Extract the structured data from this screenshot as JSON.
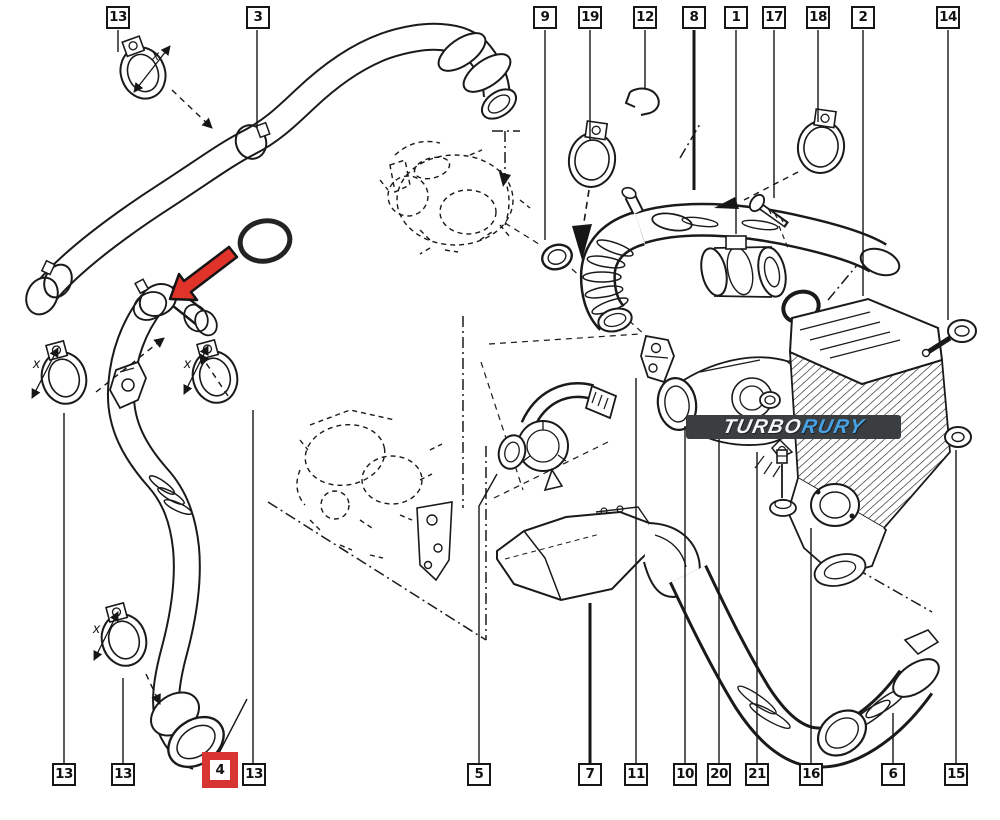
{
  "diagram": {
    "type": "exploded-parts-diagram",
    "dimension_label": "x",
    "line_color": "#1a1a1a",
    "highlight_color": "#d83434",
    "arrow_color": "#e0342a",
    "callouts_top": [
      {
        "label": "13"
      },
      {
        "label": "3"
      },
      {
        "label": "9"
      },
      {
        "label": "19"
      },
      {
        "label": "12"
      },
      {
        "label": "8"
      },
      {
        "label": "1"
      },
      {
        "label": "17"
      },
      {
        "label": "18"
      },
      {
        "label": "2"
      },
      {
        "label": "14"
      }
    ],
    "callouts_bottom": [
      {
        "label": "13"
      },
      {
        "label": "13"
      },
      {
        "label": "4",
        "highlighted": true
      },
      {
        "label": "13"
      },
      {
        "label": "5"
      },
      {
        "label": "7"
      },
      {
        "label": "11"
      },
      {
        "label": "10"
      },
      {
        "label": "20"
      },
      {
        "label": "21"
      },
      {
        "label": "16"
      },
      {
        "label": "6"
      },
      {
        "label": "15"
      }
    ]
  },
  "watermark": {
    "text_left": "TURBO",
    "text_right": "RURY",
    "bar_color": "#3b3e41",
    "left_color": "#f5f5f5",
    "right_color": "#46a3e6"
  }
}
